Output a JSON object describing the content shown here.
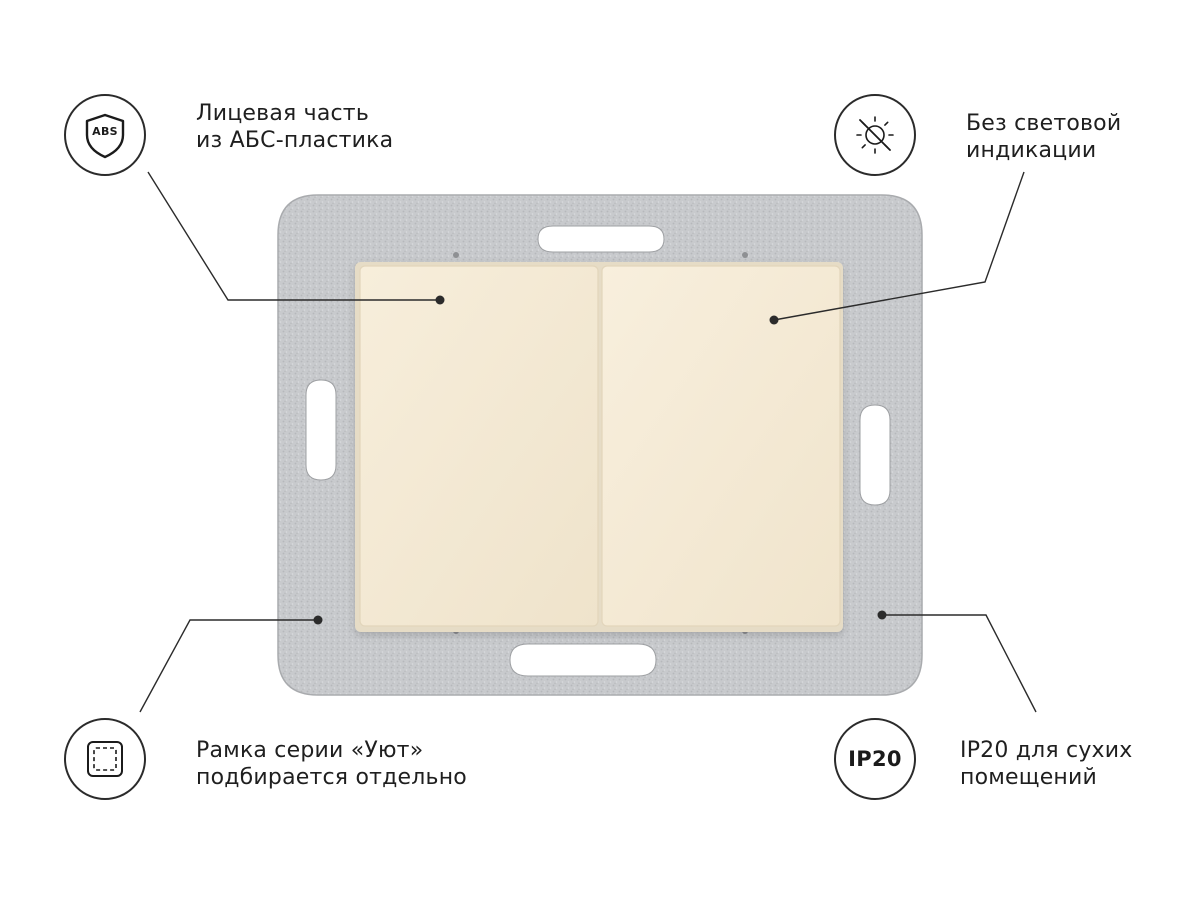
{
  "features": {
    "face": {
      "icon": "abs-shield-icon",
      "badge_text": "ABS",
      "line1": "Лицевая часть",
      "line2": "из АБС-пластика"
    },
    "indication": {
      "icon": "crossed-sun-icon",
      "line1": "Без световой",
      "line2": "индикации"
    },
    "frame": {
      "icon": "dashed-square-icon",
      "line1": "Рамка серии «Уют»",
      "line2": "подбирается отдельно"
    },
    "protection": {
      "icon": "ip20-icon",
      "badge_text": "IP20",
      "line1": "IP20 для сухих",
      "line2": "помещений"
    }
  },
  "colors": {
    "key_face": "#f6ecd9",
    "mounting_plate": "#c9cbce",
    "line": "#2b2b2b"
  }
}
